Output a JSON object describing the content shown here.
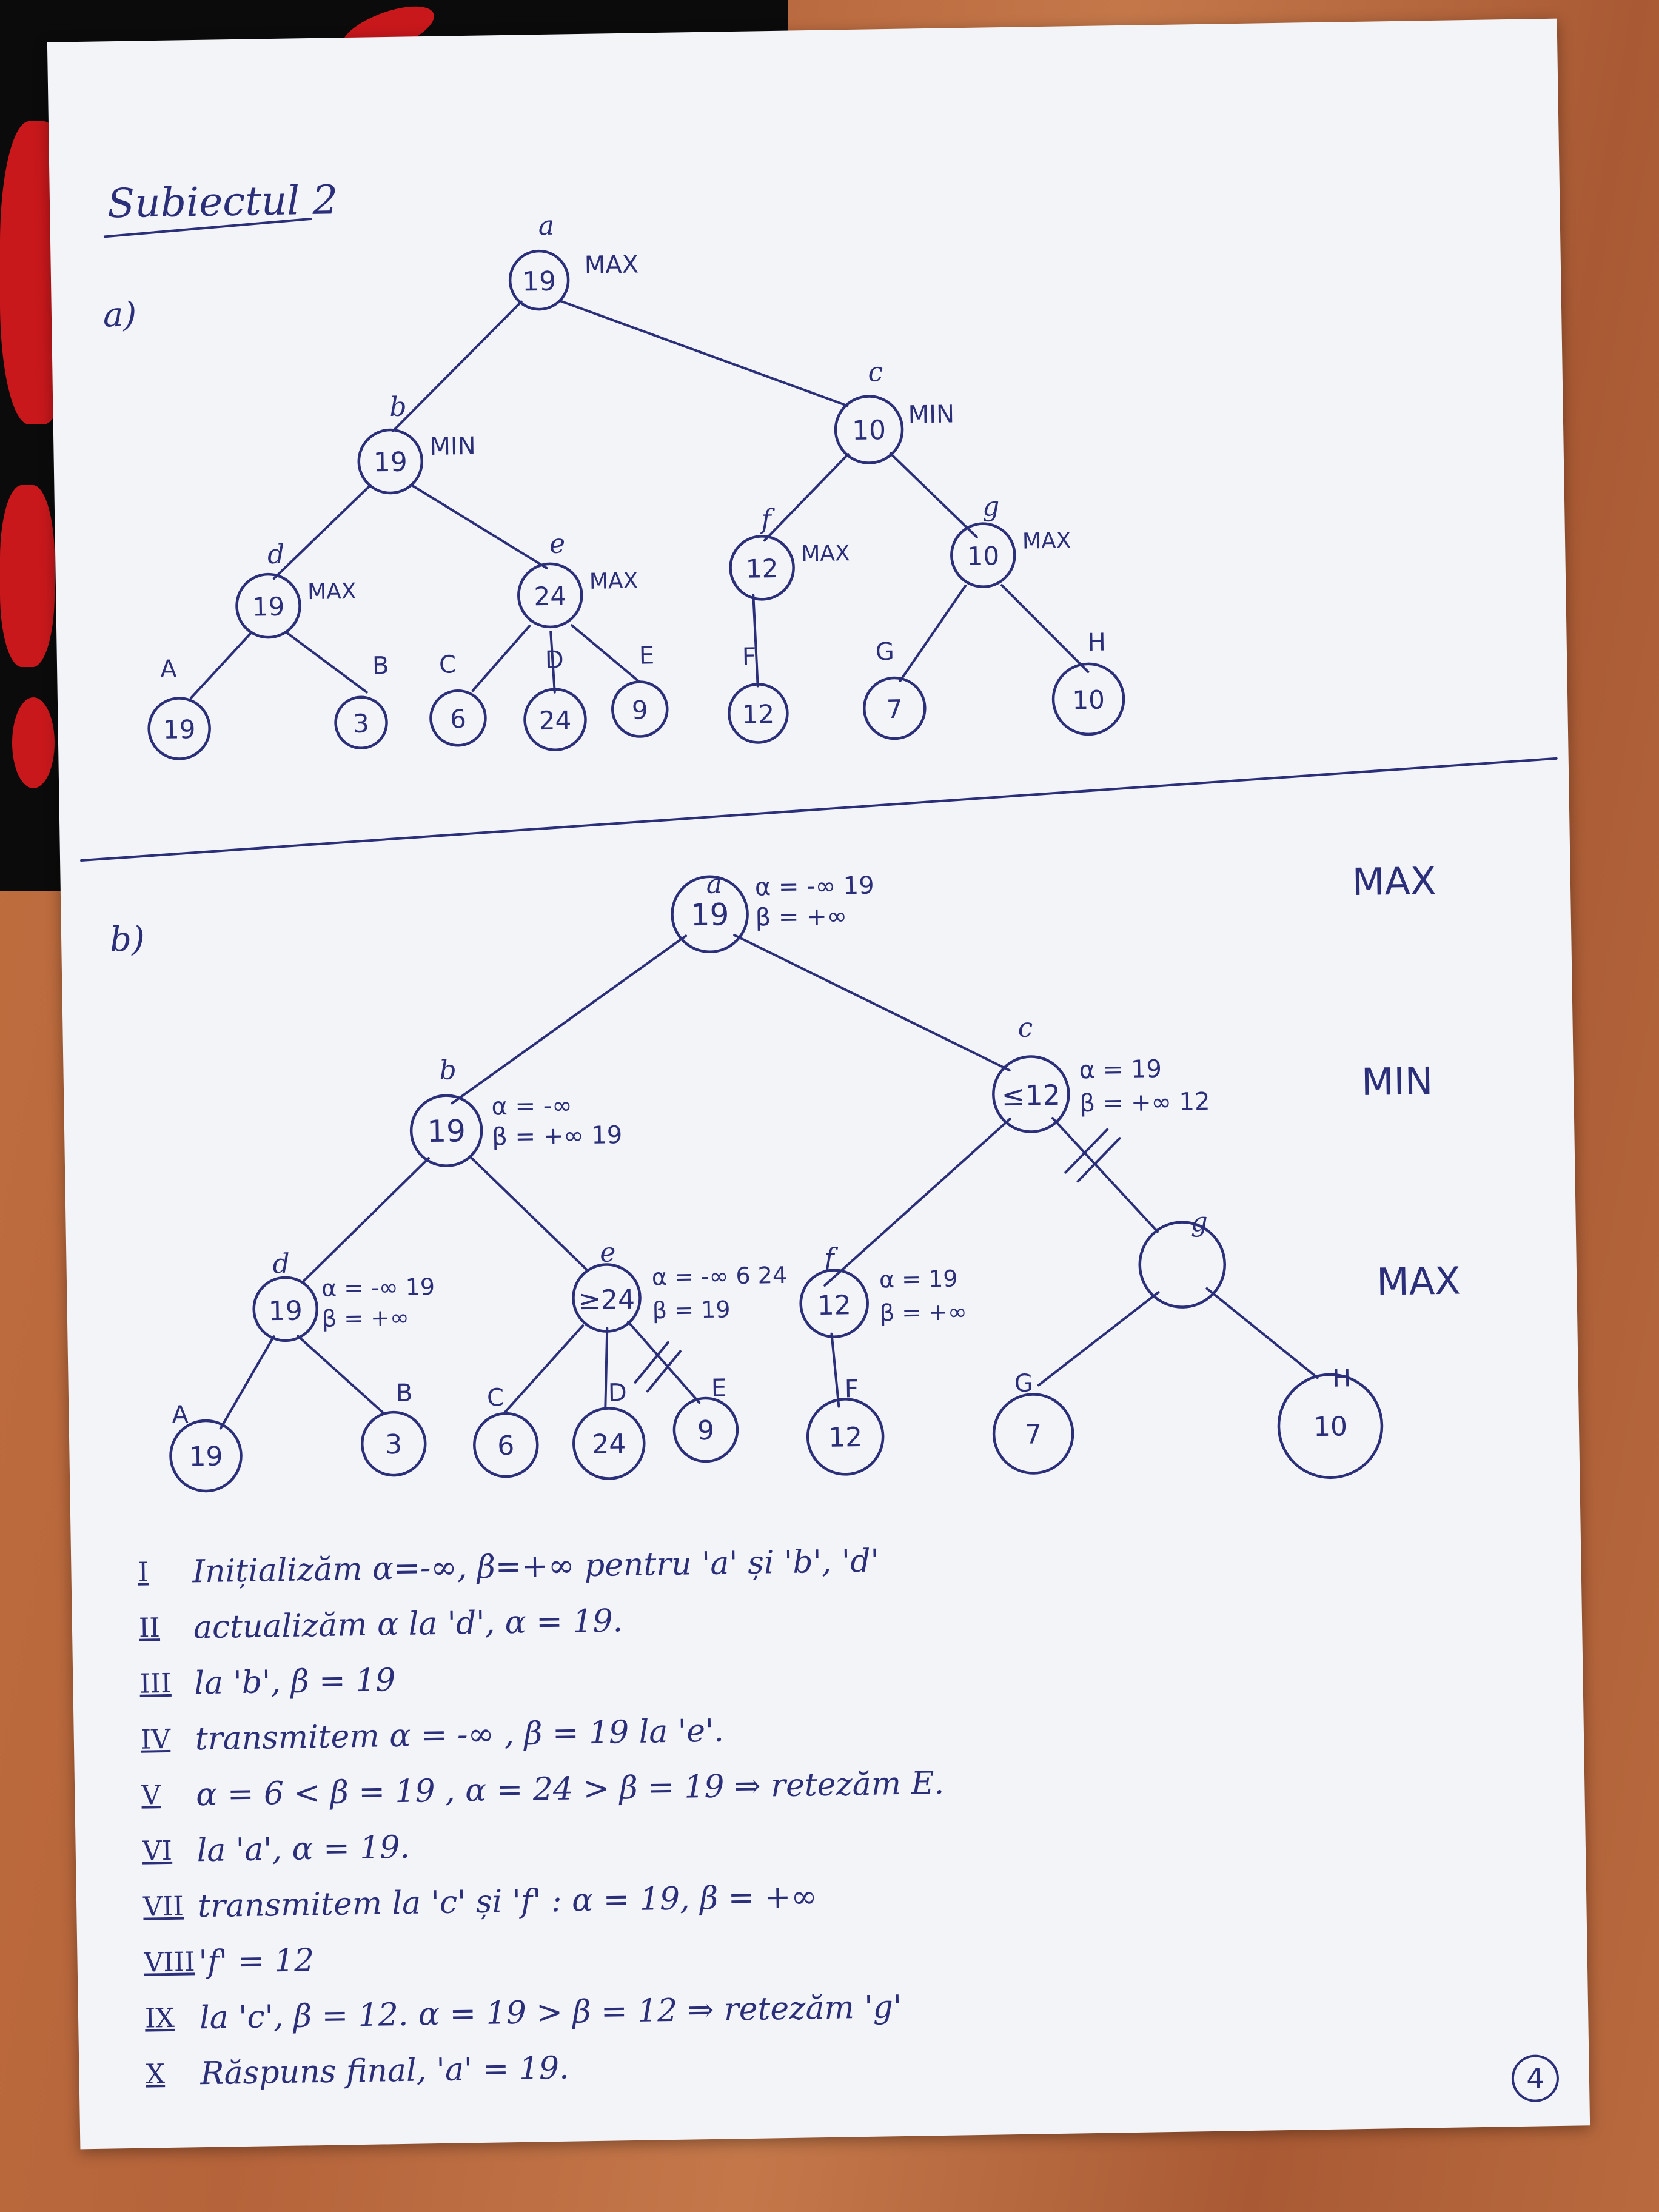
{
  "page": {
    "title": "Subiectul 2",
    "page_number": "4"
  },
  "part_a": {
    "label": "a)",
    "nodes": [
      {
        "id": "a",
        "value": "19",
        "type": "MAX"
      },
      {
        "id": "b",
        "value": "19",
        "type": "MIN"
      },
      {
        "id": "c",
        "value": "10",
        "type": "MIN"
      },
      {
        "id": "d",
        "value": "19",
        "type": "MAX"
      },
      {
        "id": "e",
        "value": "24",
        "type": "MAX"
      },
      {
        "id": "f",
        "value": "12",
        "type": "MAX"
      },
      {
        "id": "g",
        "value": "10",
        "type": "MAX"
      }
    ],
    "leaves": [
      {
        "id": "A",
        "value": "19"
      },
      {
        "id": "B",
        "value": "3"
      },
      {
        "id": "C",
        "value": "6"
      },
      {
        "id": "D",
        "value": "24"
      },
      {
        "id": "E",
        "value": "9"
      },
      {
        "id": "F",
        "value": "12"
      },
      {
        "id": "G",
        "value": "7"
      },
      {
        "id": "H",
        "value": "10"
      }
    ]
  },
  "part_b": {
    "label": "b)",
    "levels": [
      "MAX",
      "MIN",
      "MAX"
    ],
    "nodes": [
      {
        "id": "a",
        "value": "19",
        "alpha": "α = -∞ 19",
        "beta": "β = +∞"
      },
      {
        "id": "b",
        "value": "19",
        "alpha": "α = -∞",
        "beta": "β = +∞ 19"
      },
      {
        "id": "c",
        "value": "≤12",
        "alpha": "α = 19",
        "beta": "β = +∞ 12"
      },
      {
        "id": "d",
        "value": "19",
        "alpha": "α = -∞ 19",
        "beta": "β = +∞"
      },
      {
        "id": "e",
        "value": "≥24",
        "alpha": "α = -∞ 6 24",
        "beta": "β = 19"
      },
      {
        "id": "f",
        "value": "12",
        "alpha": "α = 19",
        "beta": "β = +∞"
      },
      {
        "id": "g",
        "value": ""
      }
    ],
    "leaves": [
      {
        "id": "A",
        "value": "19"
      },
      {
        "id": "B",
        "value": "3"
      },
      {
        "id": "C",
        "value": "6"
      },
      {
        "id": "D",
        "value": "24"
      },
      {
        "id": "E",
        "value": "9"
      },
      {
        "id": "F",
        "value": "12"
      },
      {
        "id": "G",
        "value": "7"
      },
      {
        "id": "H",
        "value": "10"
      }
    ]
  },
  "steps": [
    {
      "num": "I",
      "text": "Inițializăm α=-∞, β=+∞ pentru 'a' și 'b', 'd'"
    },
    {
      "num": "II",
      "text": "actualizăm α la 'd', α = 19."
    },
    {
      "num": "III",
      "text": "la 'b', β = 19"
    },
    {
      "num": "IV",
      "text": "transmitem α = -∞ , β = 19 la 'e'."
    },
    {
      "num": "V",
      "text": "α = 6 < β = 19 , α = 24 > β = 19 ⇒ retezăm E."
    },
    {
      "num": "VI",
      "text": "la 'a', α = 19."
    },
    {
      "num": "VII",
      "text": "transmitem la 'c' și 'f' : α = 19, β = +∞"
    },
    {
      "num": "VIII",
      "text": "'f' = 12"
    },
    {
      "num": "IX",
      "text": "la 'c', β = 12. α = 19 > β = 12 ⇒ retezăm 'g'"
    },
    {
      "num": "X",
      "text": "Răspuns final, 'a' = 19."
    }
  ],
  "colors": {
    "ink": "#2b2f7a",
    "paper": "#f3f4f7",
    "table": "#b8673a",
    "cloth": "#0b0b0b",
    "cloth_accent": "#c8181c"
  }
}
